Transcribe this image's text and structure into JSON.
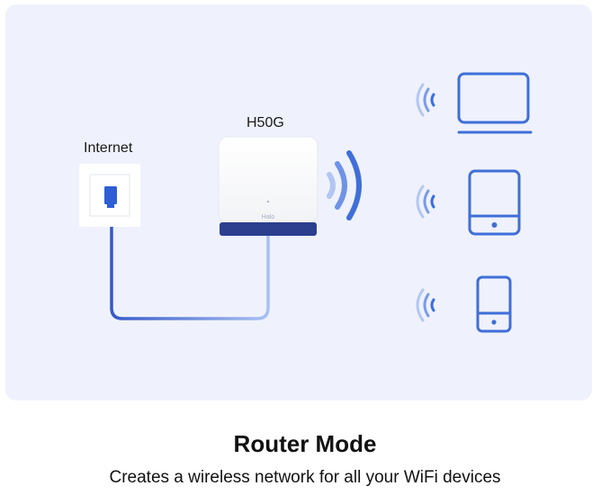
{
  "diagram": {
    "internet_label": "Internet",
    "device_label": "H50G",
    "device_brand": "Halo"
  },
  "caption": {
    "title": "Router Mode",
    "subtitle": "Creates a wireless network for all your WiFi devices"
  },
  "icons": {
    "wall_port": "ethernet-port-icon",
    "router": "mesh-router-icon",
    "wifi": "wifi-signal-icon",
    "laptop": "laptop-icon",
    "tablet": "tablet-icon",
    "phone": "phone-icon"
  },
  "colors": {
    "panel_bg": "#eff2fc",
    "accent_blue": "#3f6fd8",
    "light_blue": "#a6bdf0",
    "router_base": "#2c3f8f"
  }
}
